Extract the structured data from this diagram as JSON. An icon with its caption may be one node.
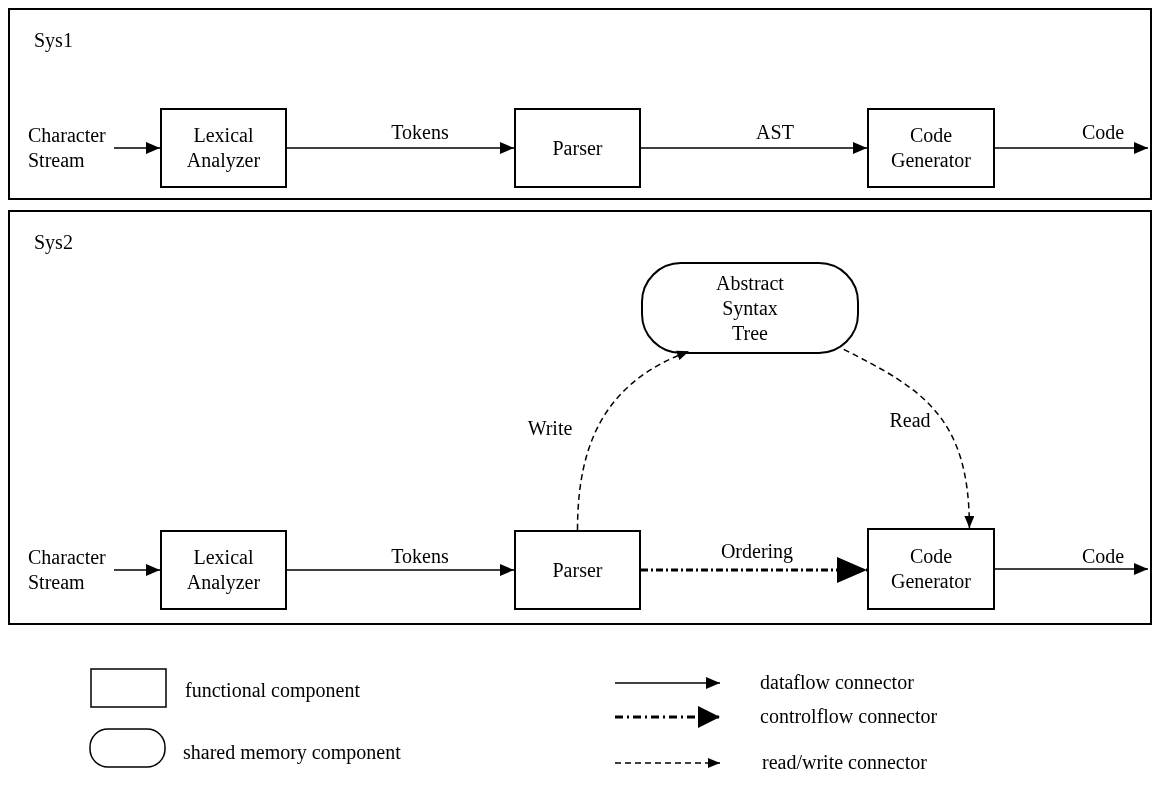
{
  "diagram": {
    "nodes": [
      {
        "text": [
          "Sys1"
        ]
      },
      {
        "text": [
          "Character Stream"
        ],
        "in": 0
      },
      {
        "text": [
          "Lexical Analyzer"
        ],
        "in": 0
      },
      {
        "text": [
          "Parser"
        ],
        "in": 0
      },
      {
        "text": [
          "Code Generator"
        ],
        "in": 0
      },
      {
        "text": [
          "Sys2"
        ]
      },
      {
        "text": [
          "Character Stream"
        ],
        "in": 5
      },
      {
        "text": [
          "Lexical Analyzer"
        ],
        "in": 5
      },
      {
        "text": [
          "Parser"
        ],
        "in": 5
      },
      {
        "text": [
          "Abstract Syntax Tree"
        ],
        "in": 5
      },
      {
        "text": [
          "Code Generator"
        ],
        "in": 5
      }
    ],
    "edges": [
      {
        "from": 1,
        "to": 2,
        "arrow": "to"
      },
      {
        "from": 2,
        "to": 3,
        "arrow": "to",
        "label": "Tokens"
      },
      {
        "from": 3,
        "to": 4,
        "arrow": "to",
        "label": "AST"
      },
      {
        "from": 4,
        "to": null,
        "arrow": "to",
        "label": "Code"
      },
      {
        "from": 6,
        "to": 7,
        "arrow": "to"
      },
      {
        "from": 7,
        "to": 8,
        "arrow": "to",
        "label": "Tokens"
      },
      {
        "from": 8,
        "to": 10,
        "arrow": "to",
        "label": "Ordering",
        "style": "dashed"
      },
      {
        "from": 8,
        "to": 9,
        "arrow": "to",
        "label": "Write",
        "style": "dashed"
      },
      {
        "from": 9,
        "to": 10,
        "arrow": "to",
        "label": "Read",
        "style": "dashed"
      },
      {
        "from": 10,
        "to": null,
        "arrow": "to",
        "label": "Code"
      }
    ],
    "legend": [
      {
        "text": "functional component"
      },
      {
        "text": "shared memory component"
      },
      {
        "text": "dataflow connector"
      },
      {
        "text": "controlflow connector"
      },
      {
        "text": "read/write connector"
      }
    ]
  }
}
